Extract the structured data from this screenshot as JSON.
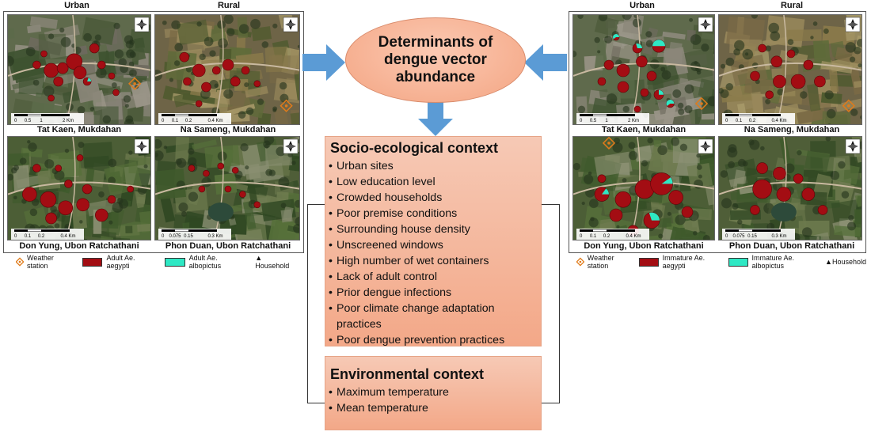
{
  "center": {
    "title_lines": [
      "Determinants of",
      "dengue vector",
      "abundance"
    ],
    "socio": {
      "title": "Socio-ecological context",
      "items": [
        "Urban sites",
        "Low education level",
        "Crowded households",
        "Poor premise conditions",
        "Surrounding house density",
        "Unscreened windows",
        "High number of wet containers",
        "Lack of adult control",
        "Prior dengue infections",
        "Poor climate change adaptation practices",
        "Poor dengue prevention practices"
      ]
    },
    "env": {
      "title": "Environmental context",
      "items": [
        "Maximum temperature",
        "Mean temperature"
      ]
    }
  },
  "left_panel": {
    "col_urban": "Urban",
    "col_rural": "Rural",
    "site_tl": "Tat Kaen, Mukdahan",
    "site_tr": "Na Sameng, Mukdahan",
    "site_bl": "Don Yung, Ubon Ratchathani",
    "site_br": "Phon Duan, Ubon Ratchathani",
    "legend": {
      "weather": "Weather station",
      "species1": "Adult Ae. aegypti",
      "species2": "Adult Ae. albopictus",
      "household": "▲ Household"
    }
  },
  "right_panel": {
    "col_urban": "Urban",
    "col_rural": "Rural",
    "site_tl": "Tat Kaen, Mukdahan",
    "site_tr": "Na Sameng, Mukdahan",
    "site_bl": "Don Yung, Ubon Ratchathani",
    "site_br": "Phon Duan, Ubon Ratchathani",
    "legend": {
      "weather": "Weather station",
      "species1": "Immature Ae. aegypti",
      "species2": "Immature Ae. albopictus",
      "household": "▲Household"
    }
  },
  "colors": {
    "aegypti": "#a30d13",
    "albopictus": "#2ee8c4",
    "arrow": "#5b9bd5",
    "box": "#f4a888"
  },
  "scalebars": {
    "tat_kaen": [
      "0",
      "0.5",
      "1",
      "2 Km"
    ],
    "na_sameng": [
      "0",
      "0.1",
      "0.2",
      "0.4 Km"
    ],
    "don_yung": [
      "0",
      "0.1",
      "0.2",
      "0.4 Km"
    ],
    "phon_duan": [
      "0",
      "0.075",
      "0.15",
      "0.3 Km"
    ]
  },
  "icons": [
    "north-arrow-icon",
    "weather-station-icon",
    "arrow-right-icon",
    "arrow-left-icon",
    "arrow-down-icon"
  ]
}
